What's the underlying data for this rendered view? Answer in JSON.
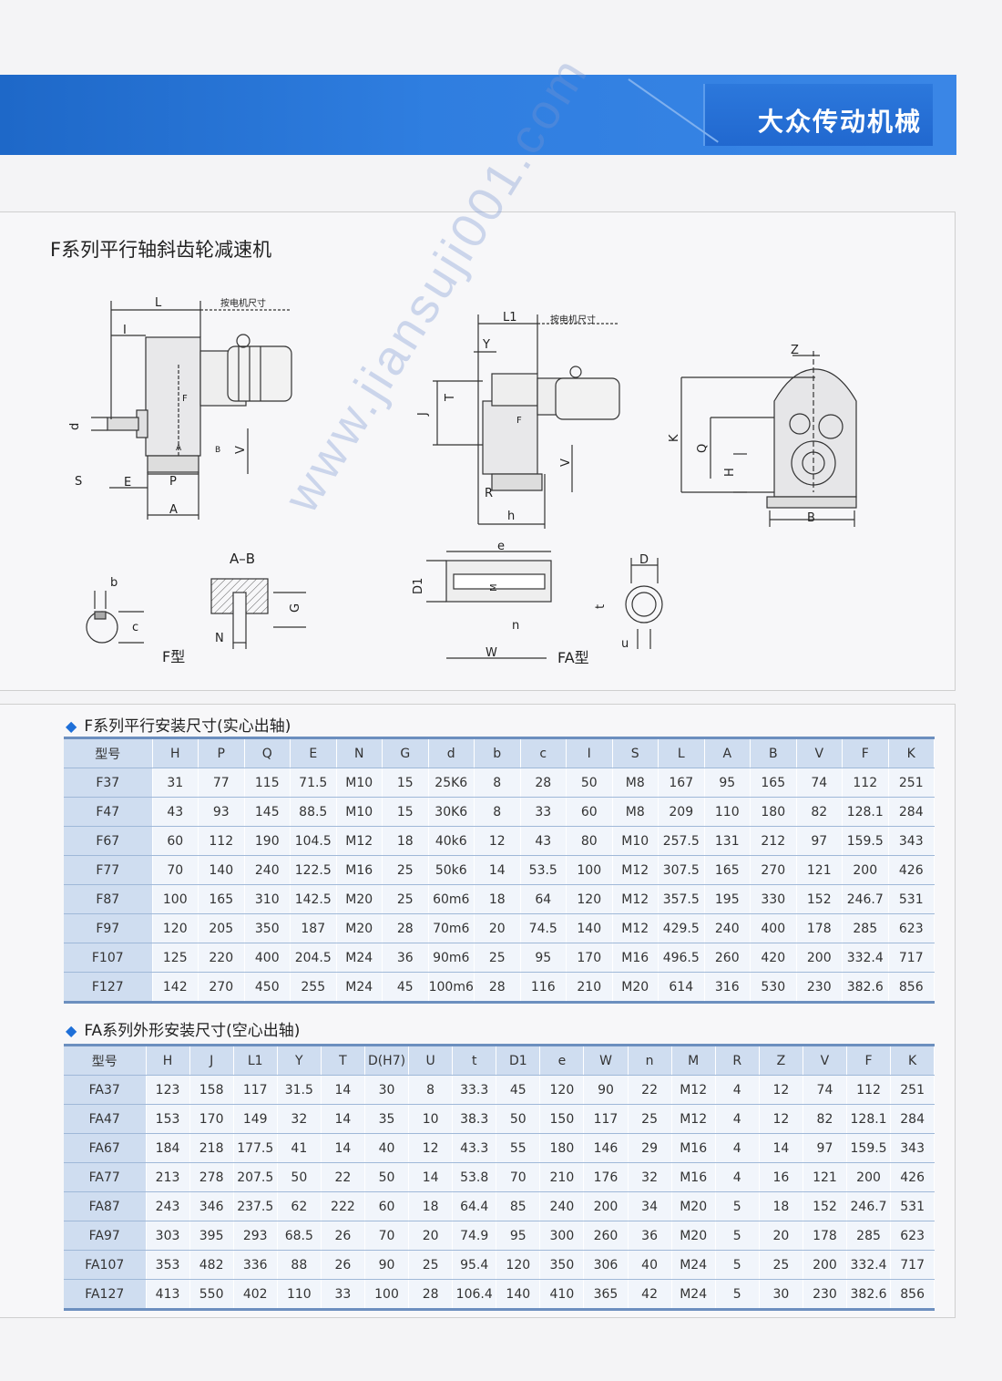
{
  "header": {
    "brand": "大众传动机械"
  },
  "page_title": "F系列平行轴斜齿轮减速机",
  "drawings": {
    "f": {
      "L": "L",
      "note": "按电机尺寸",
      "I": "I",
      "d": "d",
      "F": "F",
      "A": "A",
      "B": "B",
      "V": "V",
      "S": "S",
      "E": "E",
      "P": "P",
      "Adim": "A",
      "key_b": "b",
      "key_c": "c",
      "ab_title": "A–B",
      "G": "G",
      "N": "N",
      "caption": "F型"
    },
    "fa": {
      "L1": "L1",
      "note": "按电机尺寸",
      "Y": "Y",
      "T": "T",
      "J": "J",
      "F": "F",
      "V": "V",
      "R": "R",
      "h": "h",
      "e": "e",
      "D1": "D1",
      "M": "M",
      "n": "n",
      "W": "W",
      "D": "D",
      "t": "t",
      "u": "u",
      "caption": "FA型"
    },
    "side": {
      "Z": "Z",
      "K": "K",
      "Q": "Q",
      "H": "H",
      "B": "B"
    }
  },
  "watermark": "www.jiansuji001.com",
  "f_table": {
    "title": "F系列平行安装尺寸(实心出轴)",
    "headers": [
      "型号",
      "H",
      "P",
      "Q",
      "E",
      "N",
      "G",
      "d",
      "b",
      "c",
      "I",
      "S",
      "L",
      "A",
      "B",
      "V",
      "F",
      "K"
    ],
    "rows": [
      [
        "F37",
        "31",
        "77",
        "115",
        "71.5",
        "M10",
        "15",
        "25K6",
        "8",
        "28",
        "50",
        "M8",
        "167",
        "95",
        "165",
        "74",
        "112",
        "251"
      ],
      [
        "F47",
        "43",
        "93",
        "145",
        "88.5",
        "M10",
        "15",
        "30K6",
        "8",
        "33",
        "60",
        "M8",
        "209",
        "110",
        "180",
        "82",
        "128.1",
        "284"
      ],
      [
        "F67",
        "60",
        "112",
        "190",
        "104.5",
        "M12",
        "18",
        "40k6",
        "12",
        "43",
        "80",
        "M10",
        "257.5",
        "131",
        "212",
        "97",
        "159.5",
        "343"
      ],
      [
        "F77",
        "70",
        "140",
        "240",
        "122.5",
        "M16",
        "25",
        "50k6",
        "14",
        "53.5",
        "100",
        "M12",
        "307.5",
        "165",
        "270",
        "121",
        "200",
        "426"
      ],
      [
        "F87",
        "100",
        "165",
        "310",
        "142.5",
        "M20",
        "25",
        "60m6",
        "18",
        "64",
        "120",
        "M12",
        "357.5",
        "195",
        "330",
        "152",
        "246.7",
        "531"
      ],
      [
        "F97",
        "120",
        "205",
        "350",
        "187",
        "M20",
        "28",
        "70m6",
        "20",
        "74.5",
        "140",
        "M12",
        "429.5",
        "240",
        "400",
        "178",
        "285",
        "623"
      ],
      [
        "F107",
        "125",
        "220",
        "400",
        "204.5",
        "M24",
        "36",
        "90m6",
        "25",
        "95",
        "170",
        "M16",
        "496.5",
        "260",
        "420",
        "200",
        "332.4",
        "717"
      ],
      [
        "F127",
        "142",
        "270",
        "450",
        "255",
        "M24",
        "45",
        "100m6",
        "28",
        "116",
        "210",
        "M20",
        "614",
        "316",
        "530",
        "230",
        "382.6",
        "856"
      ]
    ]
  },
  "fa_table": {
    "title": "FA系列外形安装尺寸(空心出轴)",
    "headers": [
      "型号",
      "H",
      "J",
      "L1",
      "Y",
      "T",
      "D(H7)",
      "U",
      "t",
      "D1",
      "e",
      "W",
      "n",
      "M",
      "R",
      "Z",
      "V",
      "F",
      "K"
    ],
    "rows": [
      [
        "FA37",
        "123",
        "158",
        "117",
        "31.5",
        "14",
        "30",
        "8",
        "33.3",
        "45",
        "120",
        "90",
        "22",
        "M12",
        "4",
        "12",
        "74",
        "112",
        "251"
      ],
      [
        "FA47",
        "153",
        "170",
        "149",
        "32",
        "14",
        "35",
        "10",
        "38.3",
        "50",
        "150",
        "117",
        "25",
        "M12",
        "4",
        "12",
        "82",
        "128.1",
        "284"
      ],
      [
        "FA67",
        "184",
        "218",
        "177.5",
        "41",
        "14",
        "40",
        "12",
        "43.3",
        "55",
        "180",
        "146",
        "29",
        "M16",
        "4",
        "14",
        "97",
        "159.5",
        "343"
      ],
      [
        "FA77",
        "213",
        "278",
        "207.5",
        "50",
        "22",
        "50",
        "14",
        "53.8",
        "70",
        "210",
        "176",
        "32",
        "M16",
        "4",
        "16",
        "121",
        "200",
        "426"
      ],
      [
        "FA87",
        "243",
        "346",
        "237.5",
        "62",
        "222",
        "60",
        "18",
        "64.4",
        "85",
        "240",
        "200",
        "34",
        "M20",
        "5",
        "18",
        "152",
        "246.7",
        "531"
      ],
      [
        "FA97",
        "303",
        "395",
        "293",
        "68.5",
        "26",
        "70",
        "20",
        "74.9",
        "95",
        "300",
        "260",
        "36",
        "M20",
        "5",
        "20",
        "178",
        "285",
        "623"
      ],
      [
        "FA107",
        "353",
        "482",
        "336",
        "88",
        "26",
        "90",
        "25",
        "95.4",
        "120",
        "350",
        "306",
        "40",
        "M24",
        "5",
        "25",
        "200",
        "332.4",
        "717"
      ],
      [
        "FA127",
        "413",
        "550",
        "402",
        "110",
        "33",
        "100",
        "28",
        "106.4",
        "140",
        "410",
        "365",
        "42",
        "M24",
        "5",
        "30",
        "230",
        "382.6",
        "856"
      ]
    ]
  },
  "colors": {
    "banner": "#2a74d8",
    "table_header": "#cfddf0",
    "table_cell": "#f1f5fb",
    "accent": "#1e6fd8"
  }
}
